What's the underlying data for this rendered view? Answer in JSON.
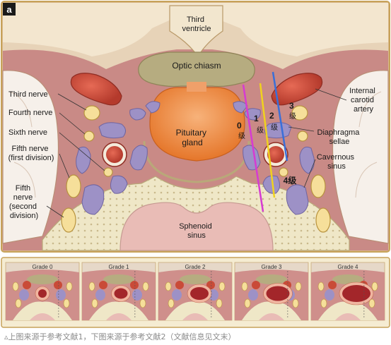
{
  "panel_label": "a",
  "structures": {
    "third_ventricle": "Third\nventricle",
    "optic_chiasm": "Optic chiasm",
    "pituitary_gland": "Pituitary\ngland",
    "sphenoid_sinus": "Sphenoid\nsinus",
    "third_nerve": "Third nerve",
    "fourth_nerve": "Fourth nerve",
    "sixth_nerve": "Sixth nerve",
    "fifth_nerve_first": "Fifth nerve\n(first division)",
    "fifth_nerve_second": "Fifth\nnerve\n(second\ndivision)",
    "internal_carotid_artery": "Internal\ncarotid\nartery",
    "diaphragma_sellae": "Diaphragma\nsellae",
    "cavernous_sinus": "Cavernous\nsinus"
  },
  "grade_lines": [
    {
      "label": "0\n级",
      "color": "#d63bd2"
    },
    {
      "label": "1\n级",
      "color": "#f0d21e"
    },
    {
      "label": "2\n级",
      "color": "#f0d21e"
    },
    {
      "label": "3\n级",
      "color": "#3a6fd8"
    },
    {
      "label": "4级",
      "color": "#3a6fd8"
    }
  ],
  "grades": [
    "Grade 0",
    "Grade 1",
    "Grade 2",
    "Grade 3",
    "Grade 4"
  ],
  "caption": "▵上图来源于参考文献1，下图来源于参考文献2（文献信息见文末）",
  "colors": {
    "frame": "#c7a25a",
    "tissue": "#cf8f8b",
    "bone": "#efe7c7",
    "artery": "#c94b38",
    "sinus_vein": "#9d91c6",
    "pituitary": "#ee8a3e",
    "chiasm": "#b6ac80"
  }
}
